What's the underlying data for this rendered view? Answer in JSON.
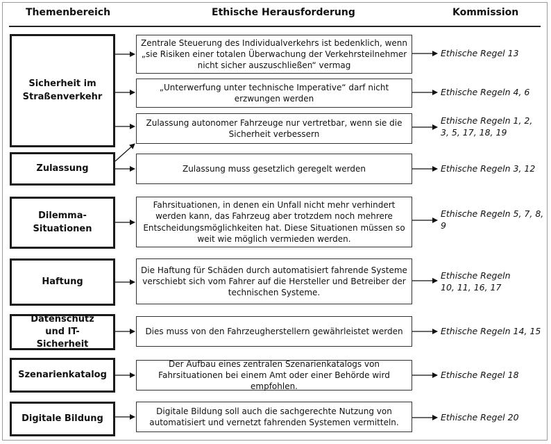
{
  "headers": {
    "col1": "Themenbereich",
    "col2": "Ethische Herausforderung",
    "col3": "Kommission"
  },
  "topics": {
    "sicherheit": "Sicherheit im Straßenverkehr",
    "zulassung": "Zulassung",
    "dilemma": "Dilemma-Situationen",
    "haftung": "Haftung",
    "datenschutz": "Datenschutz und IT-Sicherheit",
    "szenario": "Szenarienkatalog",
    "bildung": "Digitale Bildung"
  },
  "rows": [
    {
      "challenge": "Zentrale Steuerung des Individualverkehrs ist bedenklich, wenn „sie Risiken einer totalen Überwachung der Verkehrsteilnehmer nicht sicher auszuschließen“ vermag",
      "rule": "Ethische Regel 13"
    },
    {
      "challenge": "„Unterwerfung unter technische Imperative“ darf nicht erzwungen werden",
      "rule": "Ethische Regeln 4, 6"
    },
    {
      "challenge": "Zulassung autonomer Fahrzeuge nur vertretbar, wenn sie die Sicherheit verbessern",
      "rule": "Ethische Regeln 1, 2, 3, 5, 17, 18, 19"
    },
    {
      "challenge": "Zulassung muss gesetzlich geregelt werden",
      "rule": "Ethische Regeln 3, 12"
    },
    {
      "challenge": "Fahrsituationen, in denen ein Unfall nicht mehr verhindert werden kann, das Fahrzeug aber trotzdem noch mehrere Entscheidungsmöglichkeiten hat. Diese Situationen müssen so weit wie möglich vermieden werden.",
      "rule": "Ethische Regeln 5, 7, 8, 9"
    },
    {
      "challenge": "Die Haftung für Schäden durch automatisiert fahrende Systeme verschiebt sich vom Fahrer auf die Hersteller und Betreiber der technischen Systeme.",
      "rule": "Ethische Regeln 10, 11, 16, 17"
    },
    {
      "challenge": "Dies muss von den Fahrzeugherstellern gewährleistet werden",
      "rule": "Ethische Regeln 14, 15"
    },
    {
      "challenge": "Der Aufbau eines zentralen Szenarienkatalogs von Fahrsituationen bei einem Amt oder einer Behörde wird empfohlen.",
      "rule": "Ethische Regel 18"
    },
    {
      "challenge": "Digitale Bildung soll auch die sachgerechte Nutzung von automatisiert und vernetzt fahrenden Systemen vermitteln.",
      "rule": "Ethische Regel 20"
    }
  ]
}
